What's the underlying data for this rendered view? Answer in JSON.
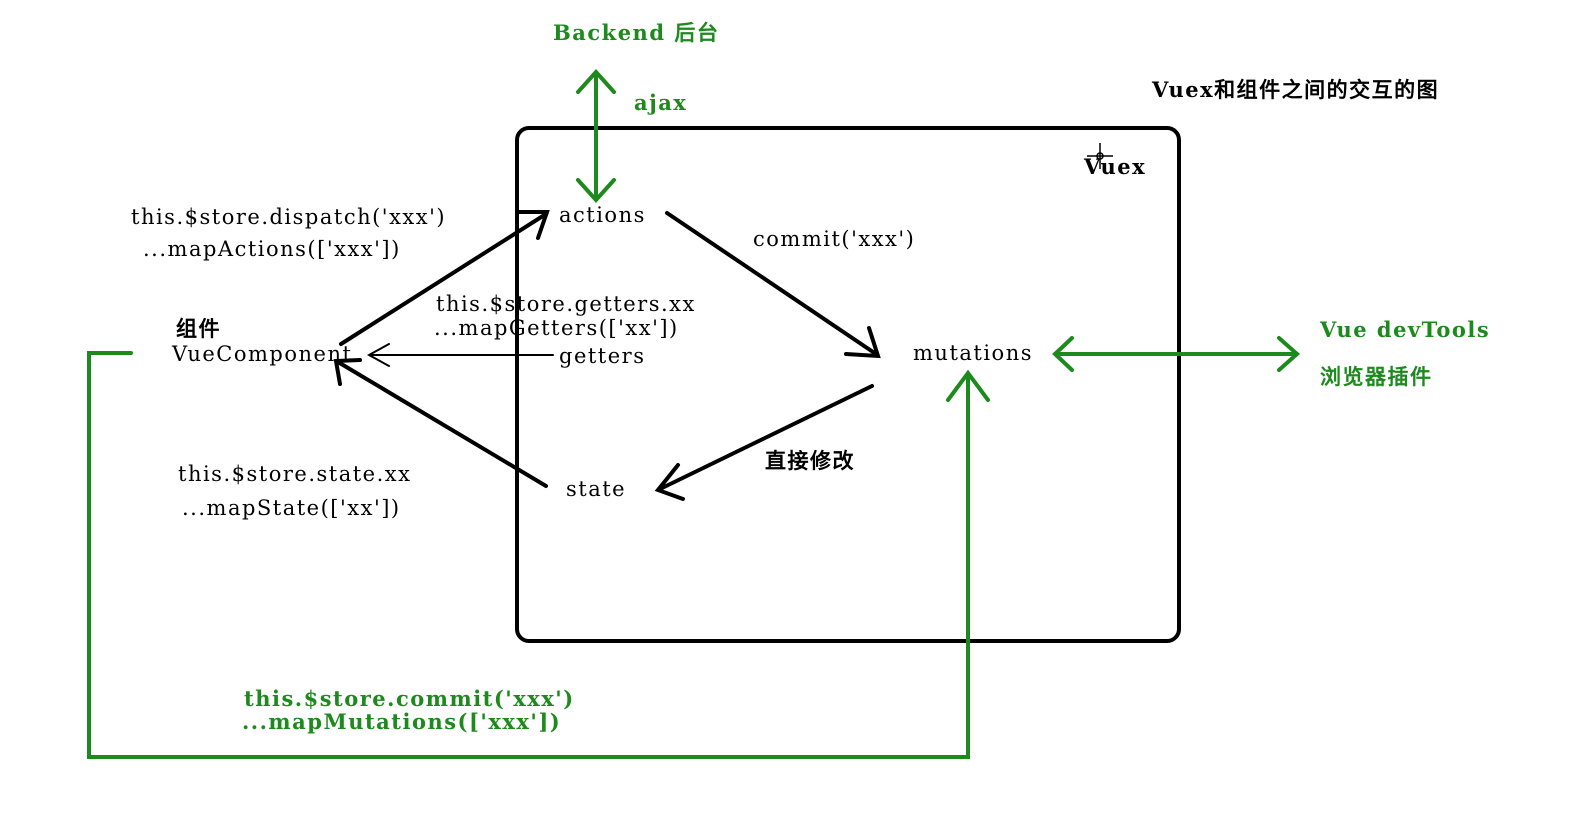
{
  "title": "Vuex和组件之间的交互的图",
  "colors": {
    "ink": "#000000",
    "accent": "#1c8a1c",
    "background": "#ffffff"
  },
  "labels": {
    "backend": "Backend 后台",
    "ajax": "ajax",
    "vuex": "Vuex",
    "actions": "actions",
    "commit": "commit('xxx')",
    "mutations": "mutations",
    "getters": "getters",
    "state": "state",
    "direct_modify": "直接修改",
    "component_cn": "组件",
    "component_en": "VueComponent",
    "dispatch": "this.$store.dispatch('xxx')",
    "map_actions": "...mapActions(['xxx'])",
    "getters_access": "this.$store.getters.xx",
    "map_getters": "...mapGetters(['xx'])",
    "state_access": "this.$store.state.xx",
    "map_state": "...mapState(['xx'])",
    "store_commit": "this.$store.commit('xxx')",
    "map_mutations": "...mapMutations(['xxx'])",
    "devtools": "Vue devTools",
    "devtools_cn": "浏览器插件"
  }
}
